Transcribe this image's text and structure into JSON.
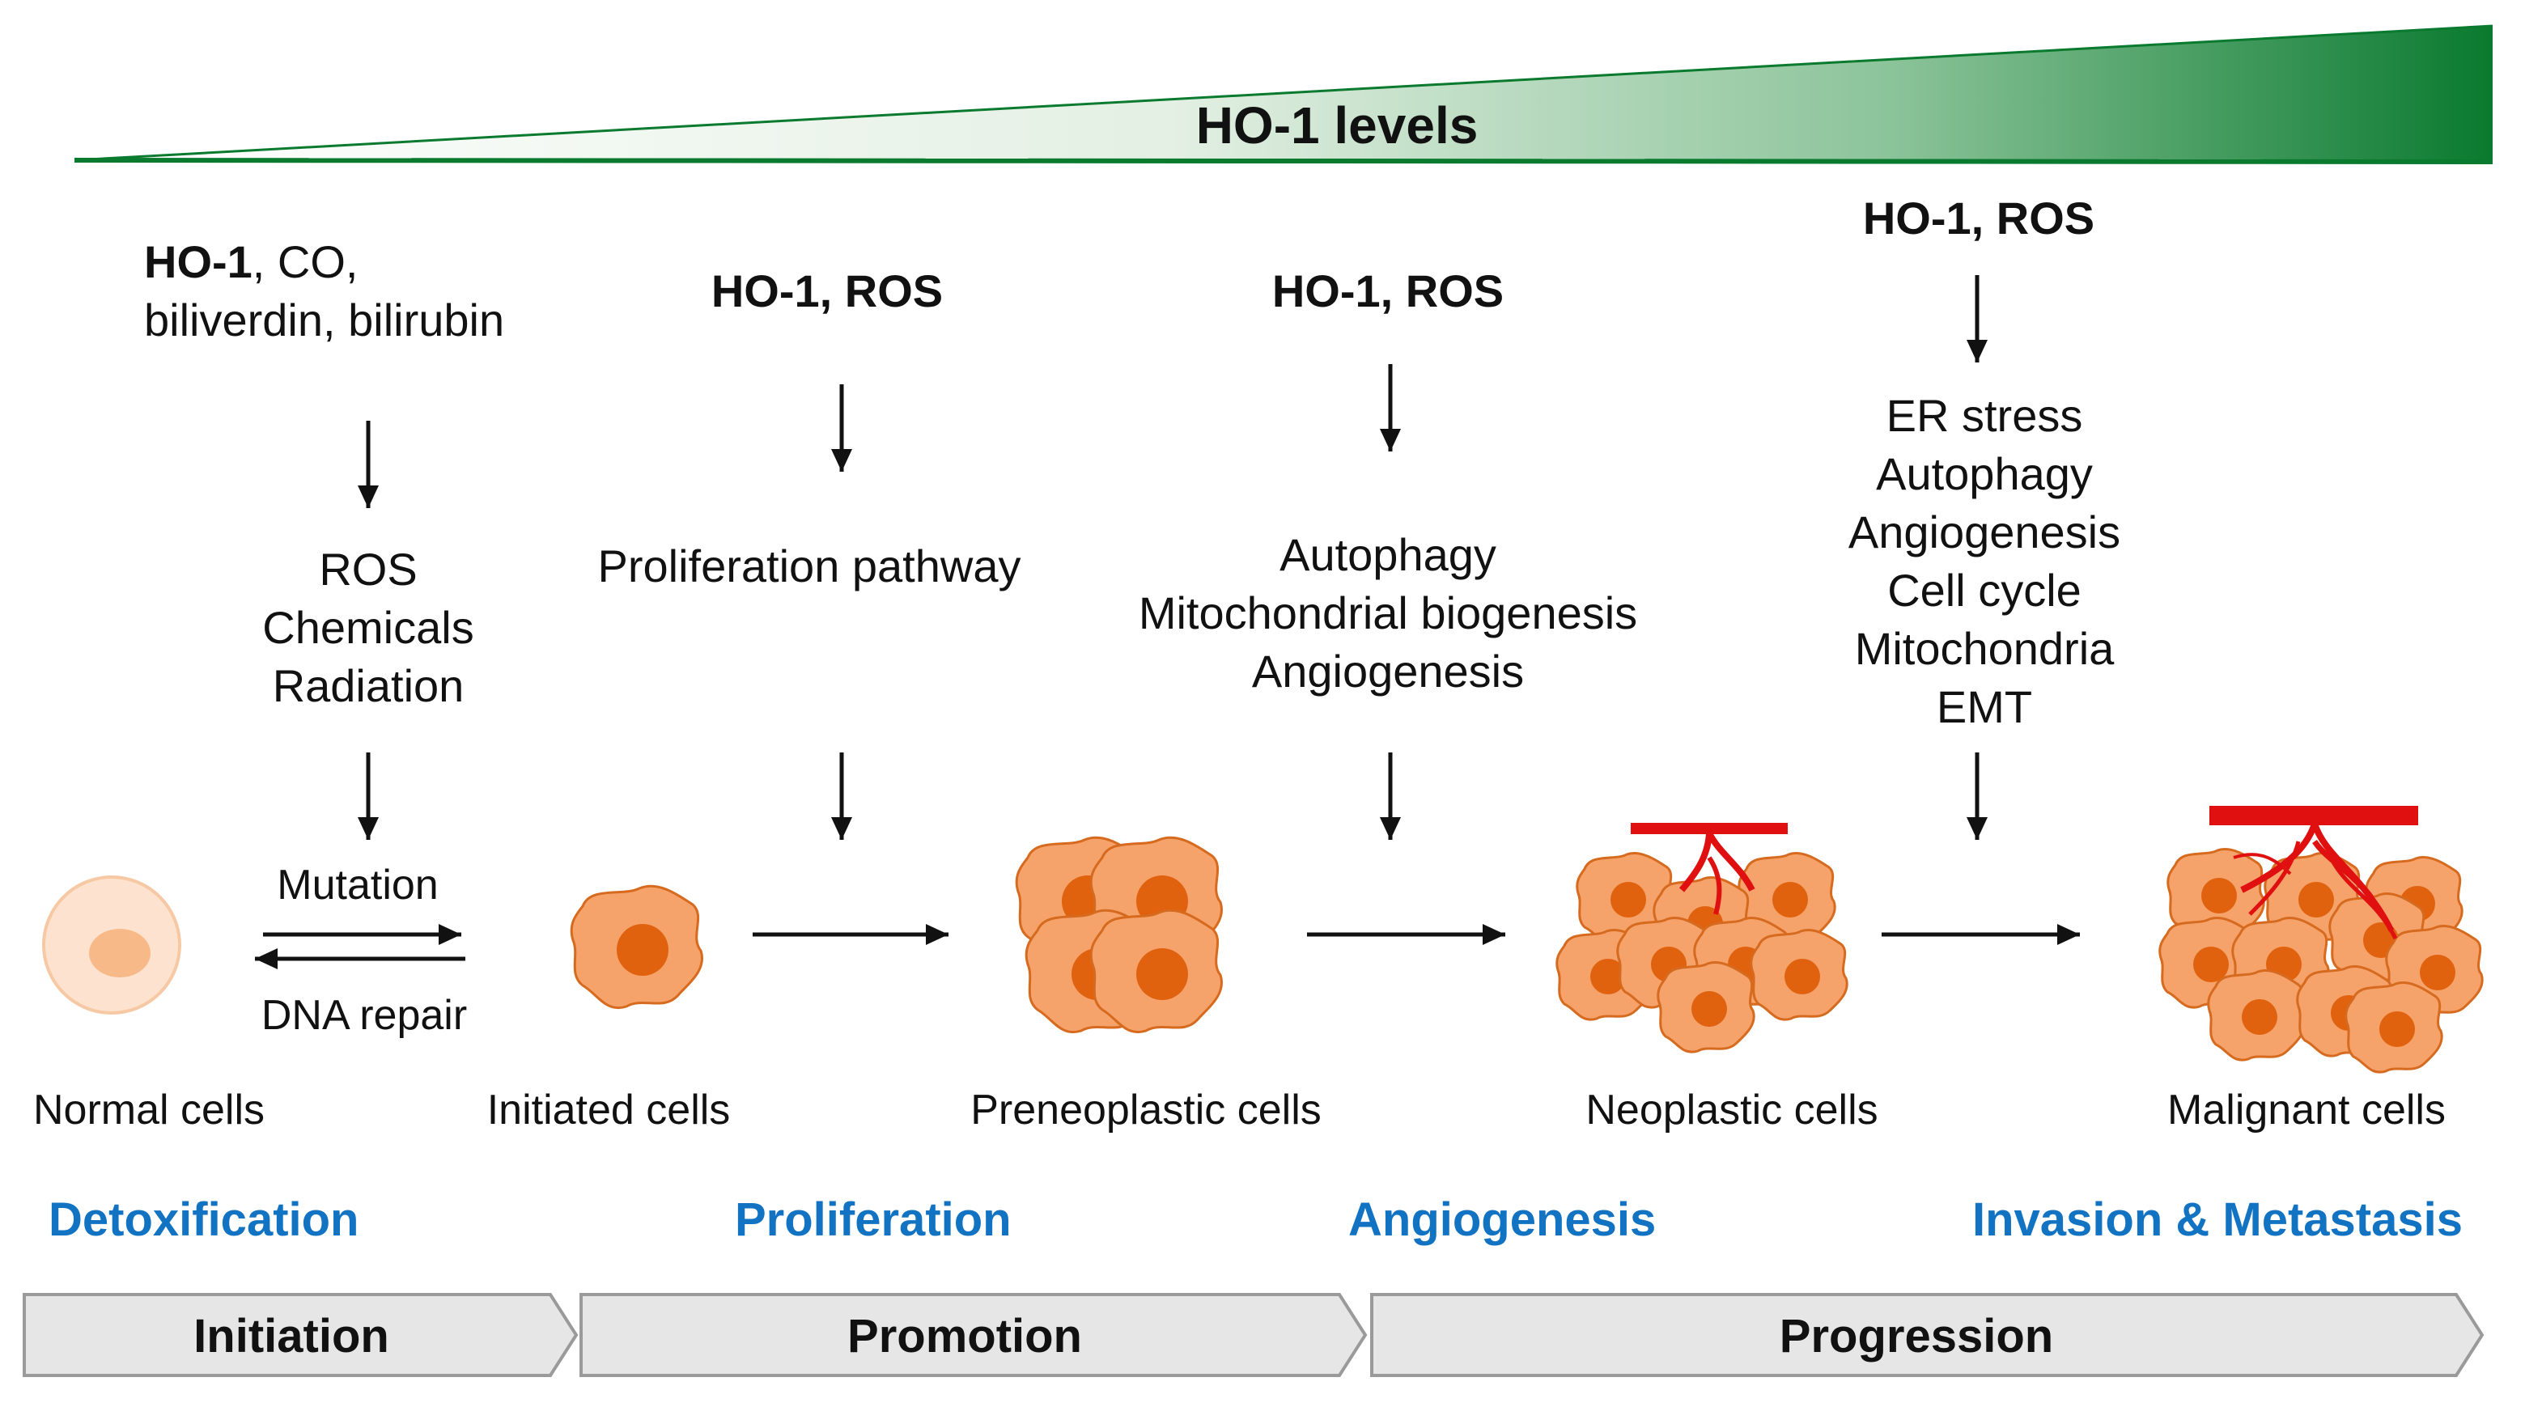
{
  "gradient": {
    "label": "HO-1 levels",
    "color_start": "#ffffff",
    "color_end": "#0a7a2f"
  },
  "columns": [
    {
      "header_bold": "HO-1",
      "header_rest_line1": ", CO,",
      "header_line2": "biliverdin, bilirubin",
      "items": [
        "ROS",
        "Chemicals",
        "Radiation"
      ]
    },
    {
      "header": "HO-1, ROS",
      "items": [
        "Proliferation pathway"
      ]
    },
    {
      "header": "HO-1, ROS",
      "items": [
        "Autophagy",
        "Mitochondrial biogenesis",
        "Angiogenesis"
      ]
    },
    {
      "header": "HO-1, ROS",
      "items": [
        "ER stress",
        "Autophagy",
        "Angiogenesis",
        "Cell cycle",
        "Mitochondria",
        "EMT"
      ]
    }
  ],
  "transition": {
    "forward": "Mutation",
    "backward": "DNA repair"
  },
  "cells": [
    "Normal cells",
    "Initiated cells",
    "Preneoplastic cells",
    "Neoplastic cells",
    "Malignant cells"
  ],
  "processes": [
    "Detoxification",
    "Proliferation",
    "Angiogenesis",
    "Invasion & Metastasis"
  ],
  "stages": [
    "Initiation",
    "Promotion",
    "Progression"
  ],
  "colors": {
    "process_blue": "#1273c2",
    "cell_fill": "#f5a26b",
    "cell_nucleus": "#e0620e",
    "normal_cell": "#fde3cf",
    "vessel_red": "#e01010",
    "stage_fill": "#e6e6e6"
  }
}
